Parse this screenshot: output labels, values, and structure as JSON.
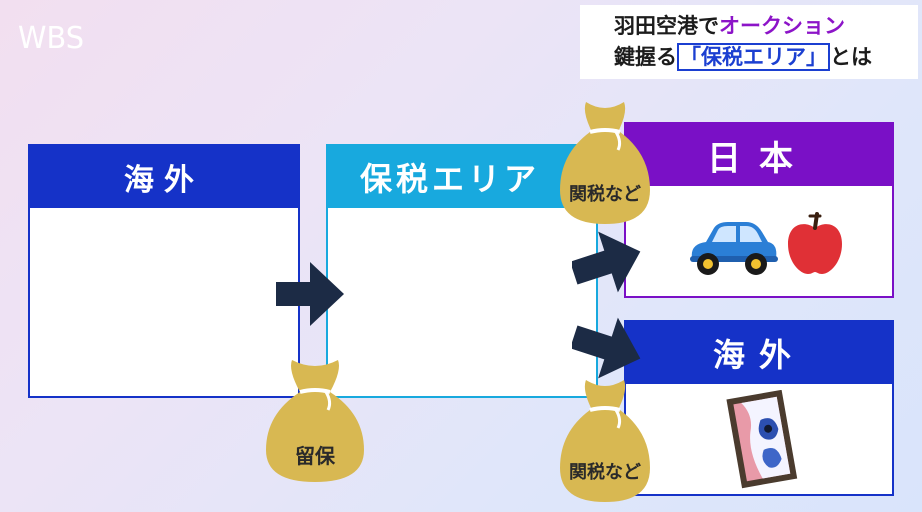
{
  "logo": {
    "text": "WBS"
  },
  "caption": {
    "line1_main": "羽田空港で",
    "line1_accent": "オークション",
    "line2_lead": "鍵握る",
    "line2_boxed": "「保税エリア」",
    "line2_tail": "とは"
  },
  "panels": {
    "overseas_left": "海外",
    "bonded_area": "保税エリア",
    "japan": "日本",
    "overseas_right": "海外"
  },
  "bags": {
    "top_right": "関税など",
    "bottom_center": "留保",
    "bottom_right": "関税など"
  },
  "icons": {
    "japan": [
      "car-icon",
      "apple-icon"
    ],
    "overseas": [
      "painting-icon"
    ]
  },
  "colors": {
    "overseas_header": "#1532c8",
    "bonded_header": "#18a9de",
    "japan_header": "#7a10c6",
    "caption_accent": "#8c14c8",
    "arrow": "#1c2b45",
    "bag": "#d8b852"
  }
}
